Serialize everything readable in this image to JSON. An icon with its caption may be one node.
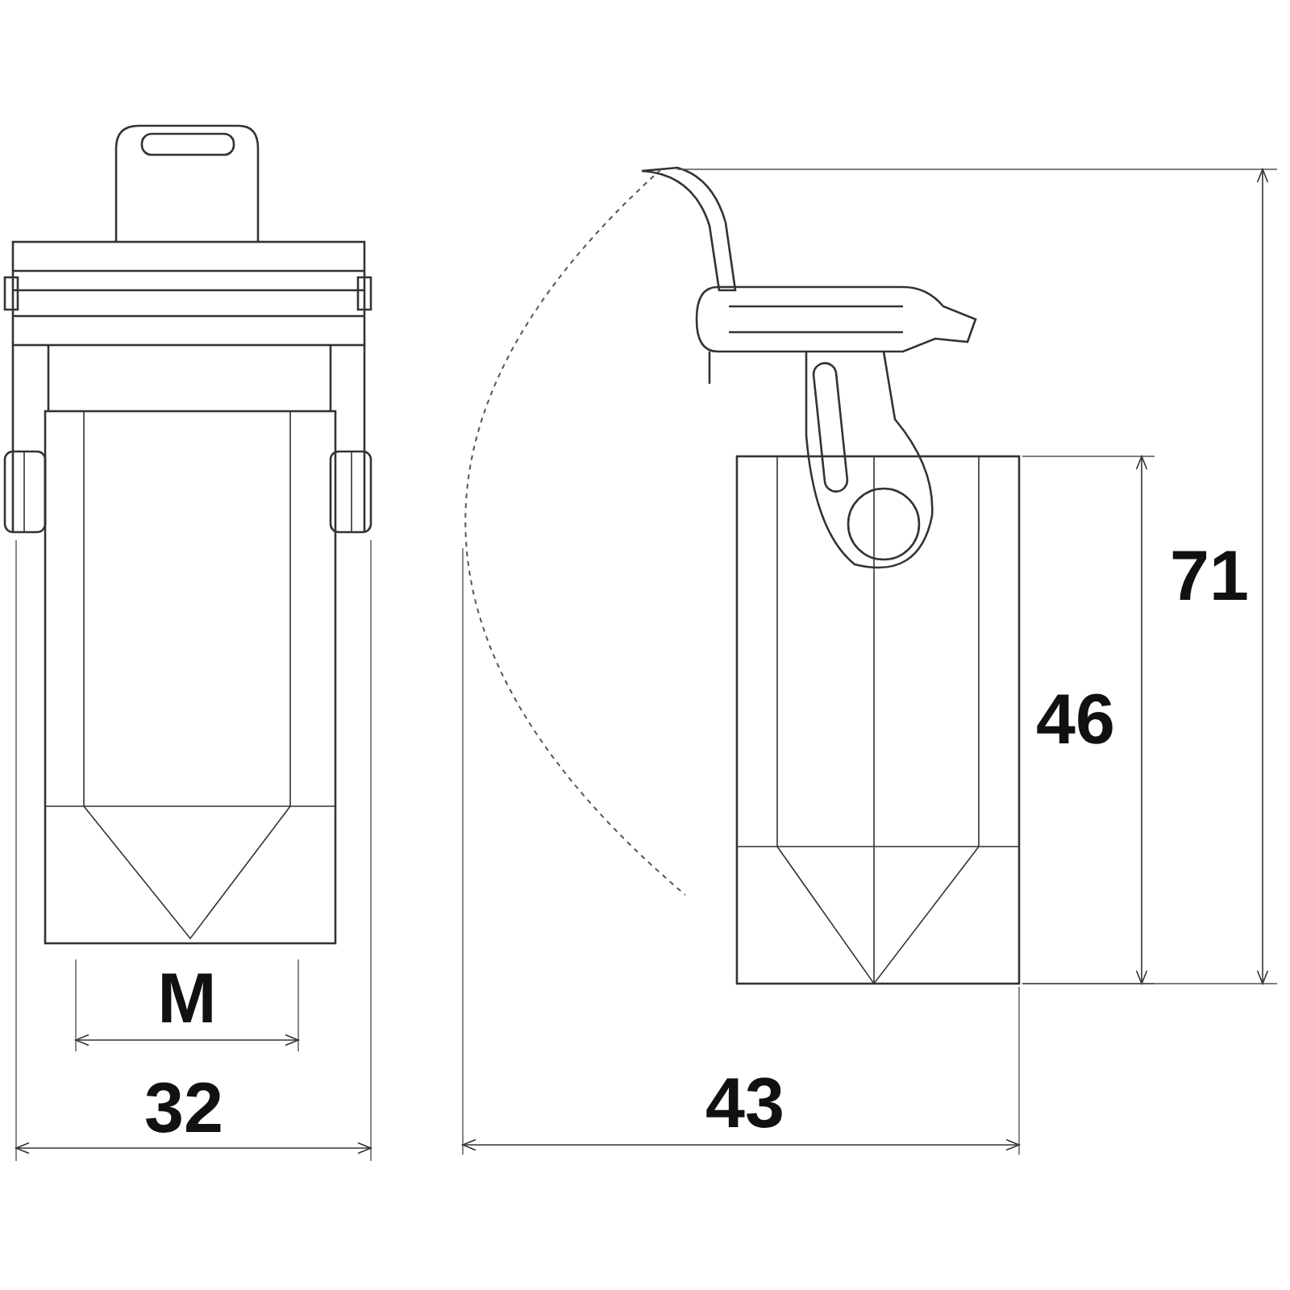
{
  "diagram": {
    "labels": [
      "71",
      "46",
      "M",
      "43",
      "32"
    ]
  }
}
